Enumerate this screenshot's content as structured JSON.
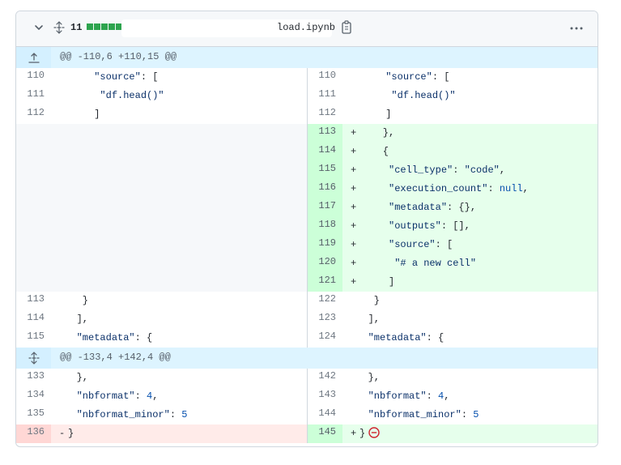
{
  "file": {
    "changes_count": "11",
    "name": "load.ipynb",
    "diffstat": [
      "#2da44e",
      "#2da44e",
      "#2da44e",
      "#2da44e",
      "#2da44e",
      "#d0d7de"
    ],
    "icons": {
      "collapse": "chevron-down-icon",
      "expand_all": "unfold-icon",
      "copy": "copy-icon",
      "more": "kebab-horizontal-icon"
    }
  },
  "hunks": [
    {
      "header": "@@ -110,6 +110,15 @@",
      "icon": "expand-up-icon"
    },
    {
      "header": "@@ -133,4 +142,4 @@",
      "icon": "unfold-icon"
    }
  ],
  "rows1": [
    {
      "type": "ctx",
      "l_num": "110",
      "r_num": "110",
      "text": "      \"source\": ["
    },
    {
      "type": "ctx",
      "l_num": "111",
      "r_num": "111",
      "text": "       \"df.head()\""
    },
    {
      "type": "ctx",
      "l_num": "112",
      "r_num": "112",
      "text": "      ]"
    },
    {
      "type": "add",
      "r_num": "113",
      "text": "    },"
    },
    {
      "type": "add",
      "r_num": "114",
      "text": "    {"
    },
    {
      "type": "add",
      "r_num": "115",
      "text": "     \"cell_type\": \"code\","
    },
    {
      "type": "add",
      "r_num": "116",
      "text": "     \"execution_count\": null,"
    },
    {
      "type": "add",
      "r_num": "117",
      "text": "     \"metadata\": {},"
    },
    {
      "type": "add",
      "r_num": "118",
      "text": "     \"outputs\": [],"
    },
    {
      "type": "add",
      "r_num": "119",
      "text": "     \"source\": ["
    },
    {
      "type": "add",
      "r_num": "120",
      "text": "      \"# a new cell\""
    },
    {
      "type": "add",
      "r_num": "121",
      "text": "     ]"
    },
    {
      "type": "ctx",
      "l_num": "113",
      "r_num": "122",
      "text": "    }"
    },
    {
      "type": "ctx",
      "l_num": "114",
      "r_num": "123",
      "text": "   ],"
    },
    {
      "type": "ctx",
      "l_num": "115",
      "r_num": "124",
      "text": "   \"metadata\": {"
    }
  ],
  "rows2": [
    {
      "type": "ctx",
      "l_num": "133",
      "r_num": "142",
      "text": "   },"
    },
    {
      "type": "ctx",
      "l_num": "134",
      "r_num": "143",
      "text": "   \"nbformat\": 4,"
    },
    {
      "type": "ctx",
      "l_num": "135",
      "r_num": "144",
      "text": "   \"nbformat_minor\": 5"
    },
    {
      "type": "change",
      "l_num": "136",
      "r_num": "145",
      "l_text": "}",
      "r_text": "}",
      "l_mark": "-",
      "r_mark": "+",
      "r_icon": "no-newline-icon"
    }
  ],
  "add_mark": "+",
  "colors": {
    "add_num_bg": "#ccffd8",
    "add_code_bg": "#e6ffec",
    "del_num_bg": "#ffd7d5",
    "del_code_bg": "#ffebe9",
    "hunk_bg": "#ddf4ff",
    "no_newline_icon": "#cf222e"
  }
}
